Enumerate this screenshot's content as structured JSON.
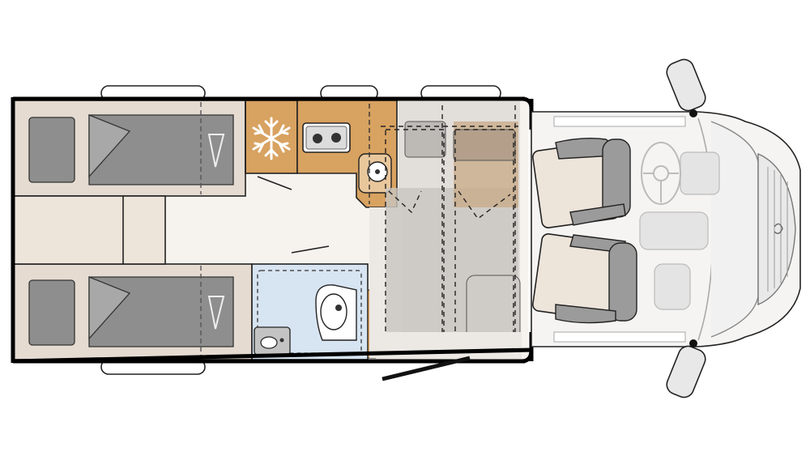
{
  "floorplan": {
    "colors": {
      "background": "#ffffff",
      "floor": "#f6f2ee",
      "bed": "#e5dbd1",
      "beige": "#ede4da",
      "pillow": "#8e8e8e",
      "kitchen": "#d8a261",
      "kitchen_light": "#e9c79c",
      "bathroom": "#d7e4f1",
      "seat_grey": "#c3c3c3",
      "seat_dark": "#9b9b9b",
      "cab_floor": "#f5f4f2",
      "outline": "#111111",
      "wall": "#000000",
      "fridge_icon": "#ffffff"
    },
    "icons": [
      "snowflake-icon",
      "sink-icon",
      "hob-icon",
      "toilet-icon",
      "steering-wheel-icon",
      "mirror-icon",
      "seat-icon"
    ],
    "beds": [
      "bed-upper",
      "bed-lower",
      "bed-middle-extension",
      "drop-down-bed"
    ]
  }
}
